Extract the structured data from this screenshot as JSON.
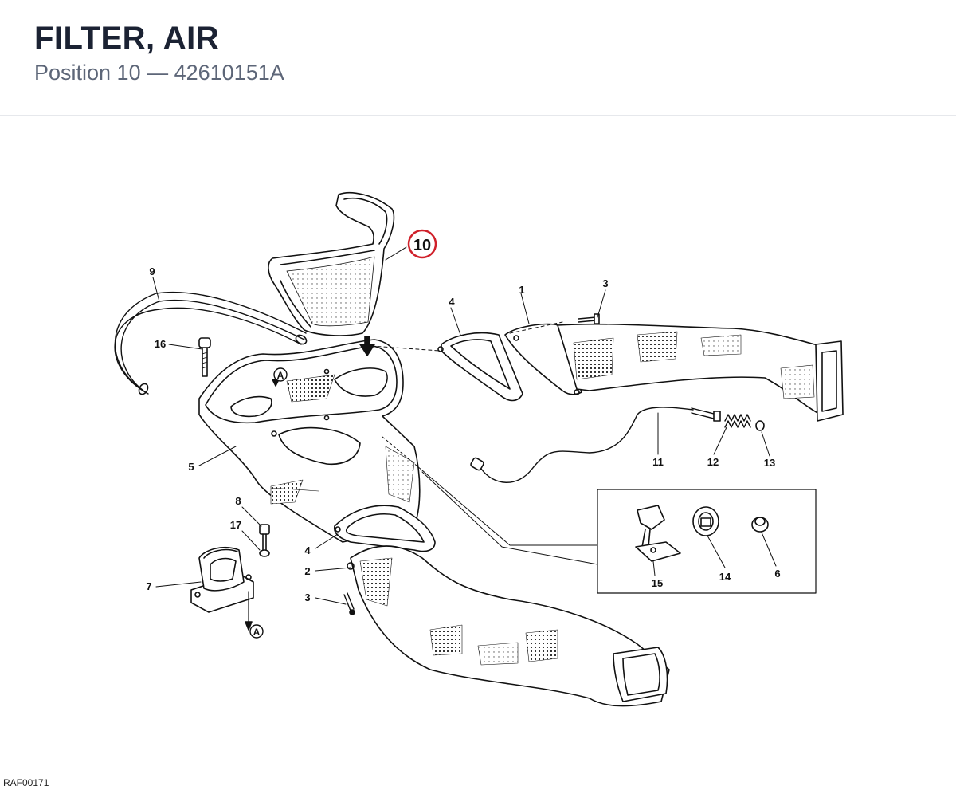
{
  "header": {
    "title": "FILTER, AIR",
    "subtitle": "Position 10 — 42610151A"
  },
  "diagram": {
    "drawing_code": "RAF00171",
    "highlight_callout": "10",
    "highlight_color": "#d0202a",
    "callouts": [
      "9",
      "16",
      "5",
      "8",
      "17",
      "7",
      "4",
      "2",
      "3",
      "1",
      "3",
      "4",
      "11",
      "12",
      "13",
      "15",
      "14",
      "6"
    ],
    "reference_marker": "A"
  }
}
